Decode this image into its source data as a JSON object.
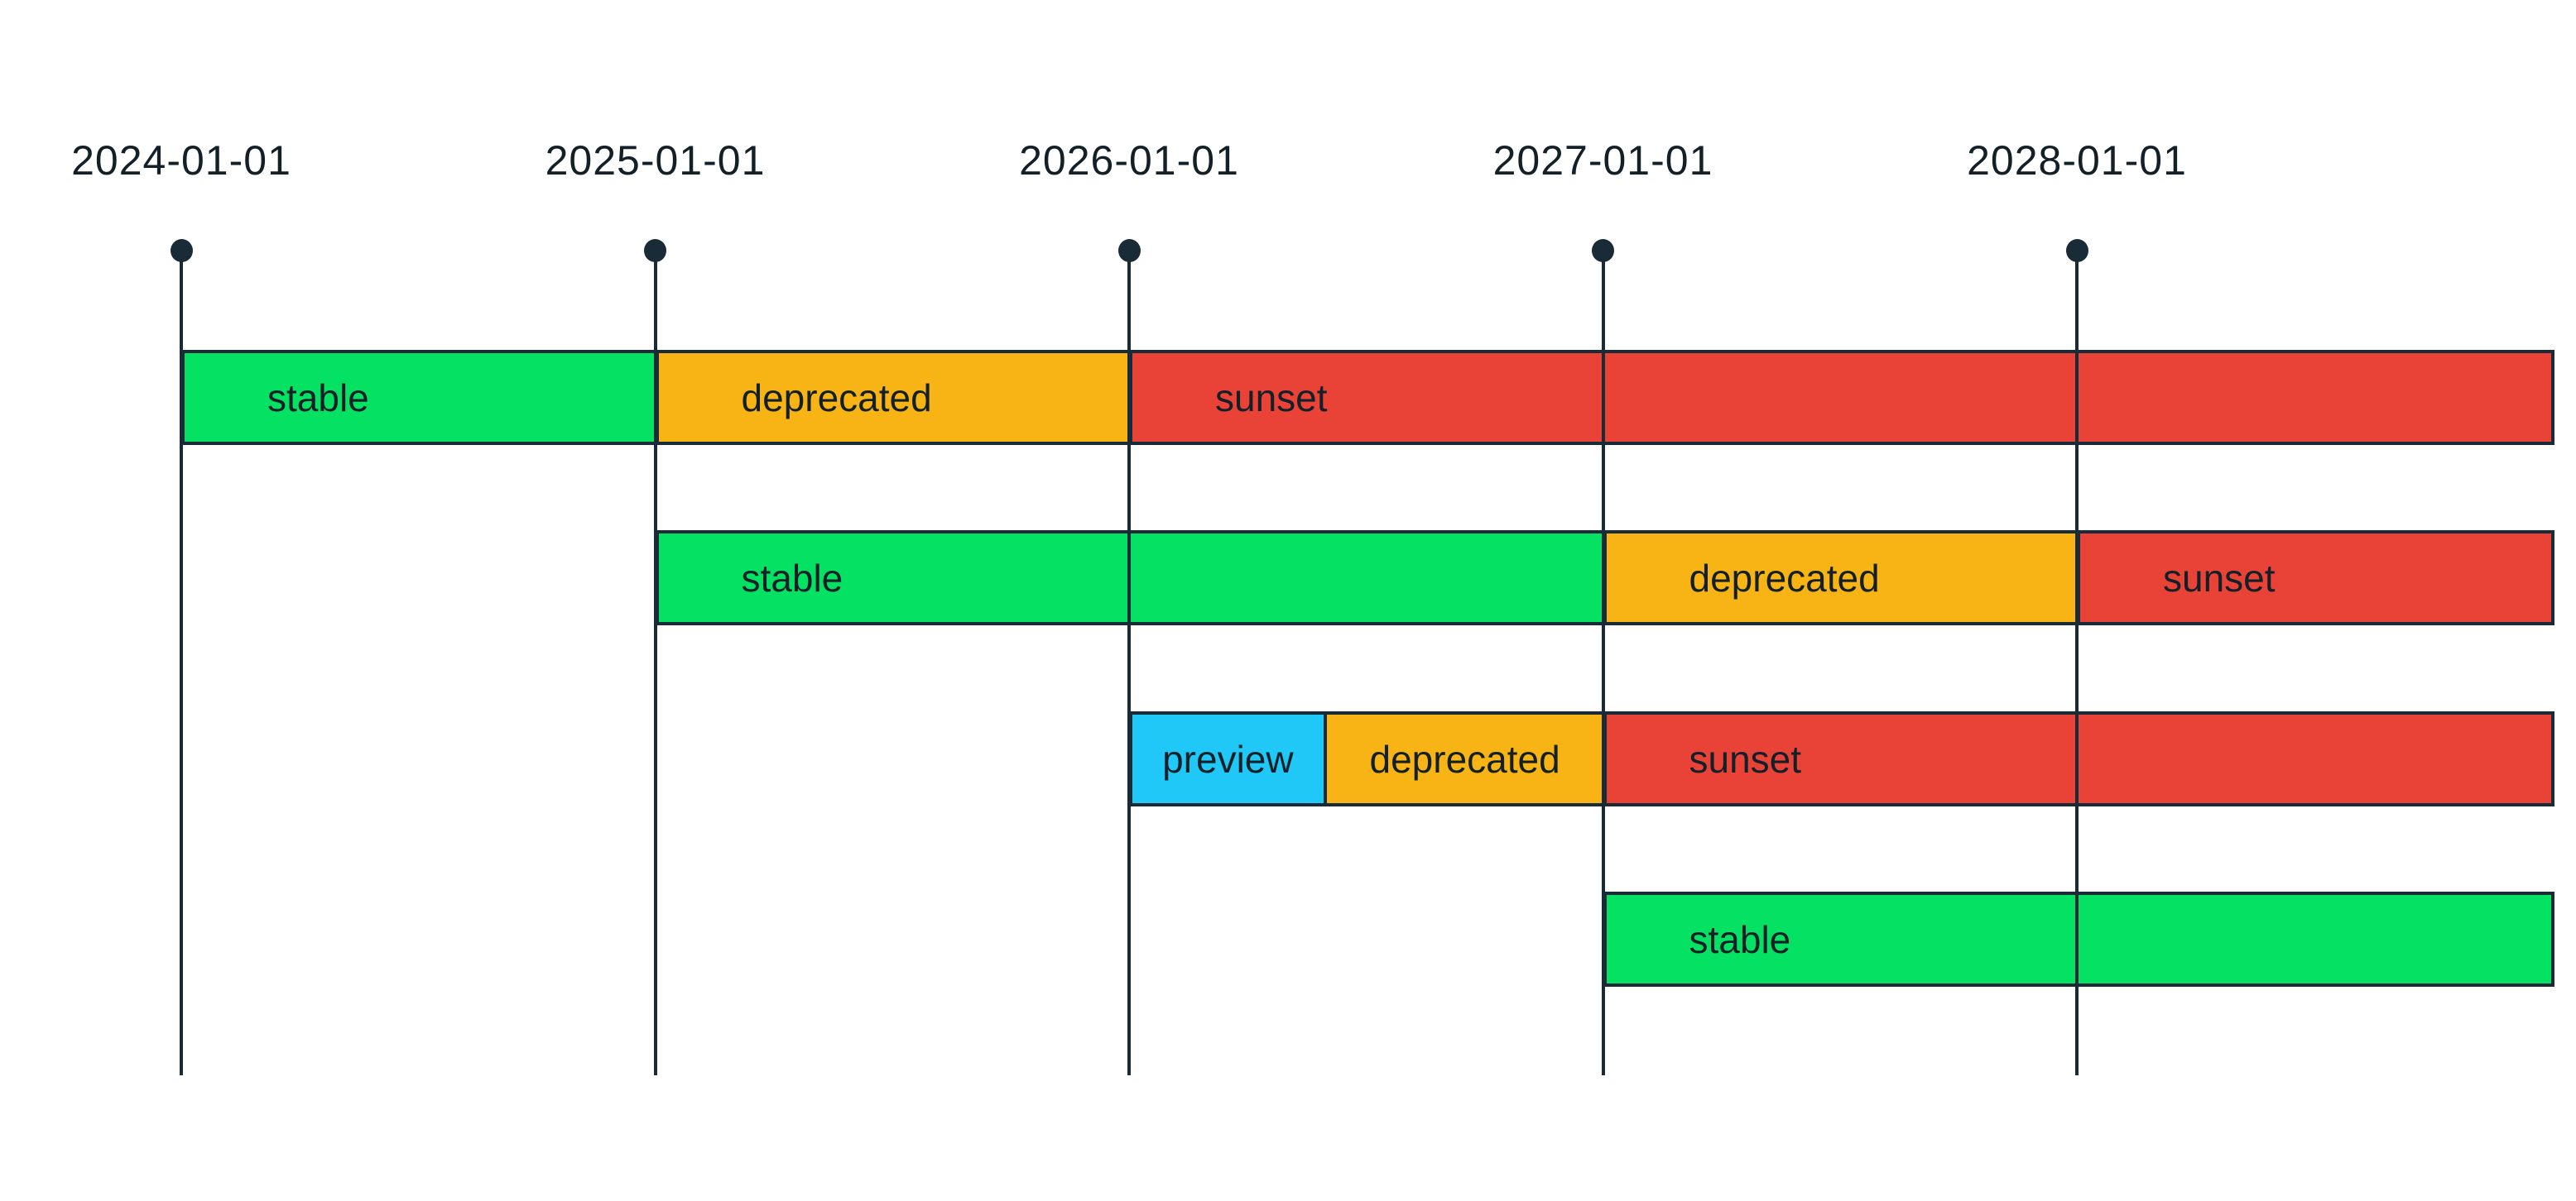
{
  "page": {
    "background_color": "#ffffff"
  },
  "chart_data": {
    "type": "gantt",
    "title": "",
    "axis": {
      "position": "top",
      "tick_labels": [
        "2024-01-01",
        "2025-01-01",
        "2026-01-01",
        "2027-01-01",
        "2028-01-01"
      ],
      "tick_years": [
        2024,
        2025,
        2026,
        2027,
        2028
      ],
      "x_range_years": [
        2024,
        2029
      ],
      "gridlines": true,
      "tick_marker": "dot-with-vertical-line"
    },
    "status_colors": {
      "stable": "#04E163",
      "preview": "#1FC8F7",
      "deprecated": "#F8B414",
      "sunset": "#E94338"
    },
    "stroke_color": "#1A2B38",
    "text_color": "#132028",
    "rows": [
      {
        "segments": [
          {
            "label": "stable",
            "status": "stable",
            "start_year": 2024,
            "end_year": 2025
          },
          {
            "label": "deprecated",
            "status": "deprecated",
            "start_year": 2025,
            "end_year": 2026
          },
          {
            "label": "sunset",
            "status": "sunset",
            "start_year": 2026,
            "end_year": 2029
          }
        ]
      },
      {
        "segments": [
          {
            "label": "stable",
            "status": "stable",
            "start_year": 2025,
            "end_year": 2027
          },
          {
            "label": "deprecated",
            "status": "deprecated",
            "start_year": 2027,
            "end_year": 2028
          },
          {
            "label": "sunset",
            "status": "sunset",
            "start_year": 2028,
            "end_year": 2029
          }
        ]
      },
      {
        "segments": [
          {
            "label": "preview",
            "status": "preview",
            "start_year": 2026,
            "end_year": 2026.41
          },
          {
            "label": "deprecated",
            "status": "deprecated",
            "start_year": 2026.41,
            "end_year": 2027
          },
          {
            "label": "sunset",
            "status": "sunset",
            "start_year": 2027,
            "end_year": 2029
          }
        ]
      },
      {
        "segments": [
          {
            "label": "stable",
            "status": "stable",
            "start_year": 2027,
            "end_year": 2029
          }
        ]
      }
    ]
  }
}
